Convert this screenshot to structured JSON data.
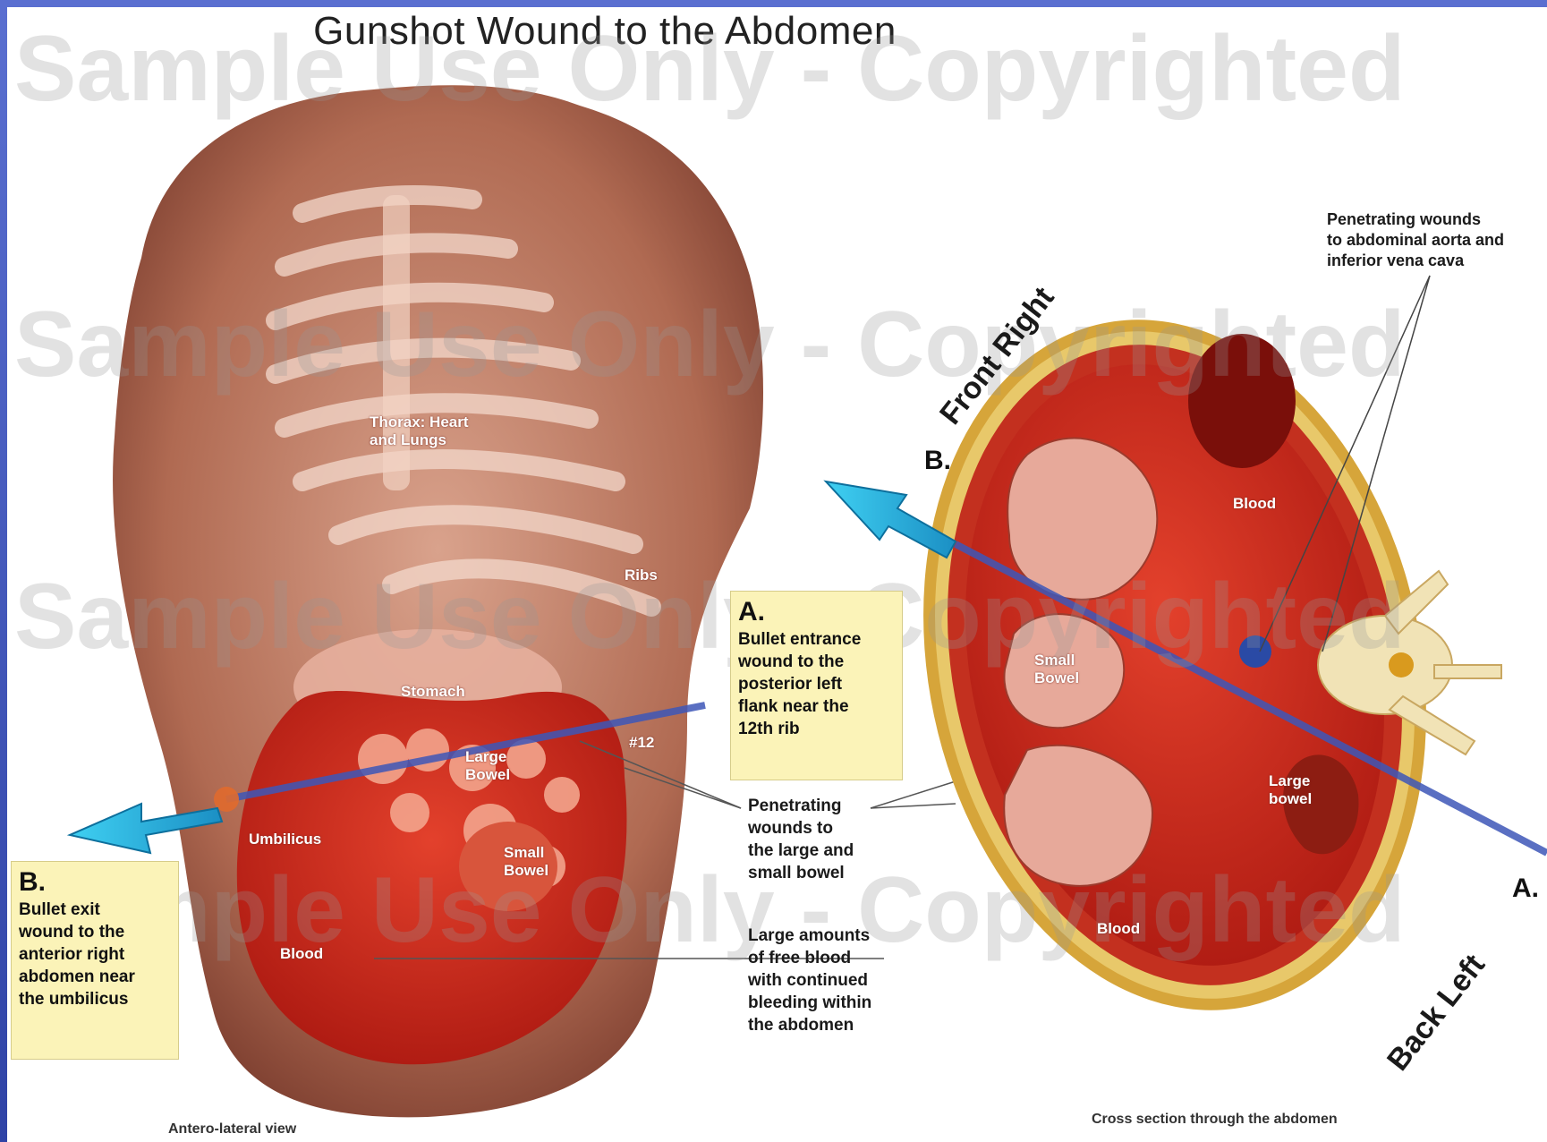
{
  "title": "Gunshot Wound to the Abdomen",
  "watermark": {
    "top": "Sample Use Only - Copyrighted",
    "row2": "Sample Use Only - Copyrighted",
    "row3": "Sample Use Only - Copyrighted",
    "row4": "Sample Use Only - Copyrighted"
  },
  "torso_labels": {
    "thorax": "Thorax: Heart\nand Lungs",
    "ribs": "Ribs",
    "stomach": "Stomach",
    "rib12": "#12",
    "large_bowel": "Large\nBowel",
    "umbilicus": "Umbilicus",
    "small_bowel": "Small\nBowel",
    "blood": "Blood"
  },
  "callout_a": {
    "letter": "A.",
    "text": "Bullet entrance\nwound to the\nposterior left\nflank near the\n12th rib"
  },
  "callout_b": {
    "letter": "B.",
    "text": "Bullet exit\nwound to the\nanterior right\nabdomen near\nthe umbilicus"
  },
  "labels": {
    "penetrating_bowel": "Penetrating\nwounds to\nthe large and\nsmall bowel",
    "free_blood": "Large amounts\nof free blood\nwith continued\nbleeding within\nthe abdomen",
    "penetrating_aorta": "Penetrating wounds\nto abdominal aorta and\ninferior vena cava"
  },
  "cross_section_labels": {
    "blood_top": "Blood",
    "small_bowel": "Small\nBowel",
    "large_bowel": "Large\nbowel",
    "blood_bottom": "Blood",
    "marker_b": "B.",
    "marker_a": "A.",
    "front_right": "Front Right",
    "back_left": "Back Left"
  },
  "captions": {
    "left": "Antero-lateral view",
    "right": "Cross section through the abdomen"
  }
}
